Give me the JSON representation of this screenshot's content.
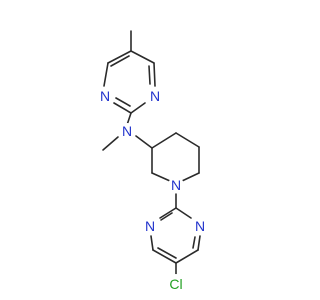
{
  "molecule": {
    "atom_labels": {
      "n_a1": "N",
      "n_a2": "N",
      "n_amine": "N",
      "n_pip": "N",
      "n_b1": "N",
      "n_b2": "N",
      "cl": "Cl"
    },
    "colors": {
      "nitrogen": "#2233cc",
      "chlorine": "#22a022",
      "bond": "#2b2b2b"
    }
  }
}
